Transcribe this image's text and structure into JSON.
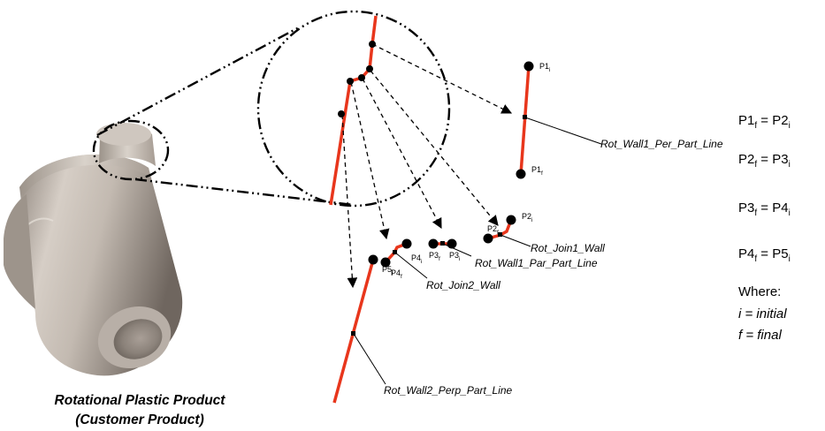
{
  "caption": {
    "line1": "Rotational Plastic Product",
    "line2": "(Customer Product)"
  },
  "line_labels": {
    "wall1_perp": "Rot_Wall1_Per_Part_Line",
    "join1": "Rot_Join1_Wall",
    "wall1_par": "Rot_Wall1_Par_Part_Line",
    "join2": "Rot_Join2_Wall",
    "wall2_perp": "Rot_Wall2_Perp_Part_Line"
  },
  "points": {
    "p1i": {
      "name": "P1",
      "sub": "i"
    },
    "p1f": {
      "name": "P1",
      "sub": "f"
    },
    "p2i": {
      "name": "P2",
      "sub": "i"
    },
    "p2f": {
      "name": "P2",
      "sub": "f"
    },
    "p3f": {
      "name": "P3",
      "sub": "f"
    },
    "p3i": {
      "name": "P3",
      "sub": "i"
    },
    "p4i": {
      "name": "P4",
      "sub": "i"
    },
    "p4f": {
      "name": "P4",
      "sub": "f"
    },
    "p5i": {
      "name": "P5",
      "sub": "i"
    }
  },
  "equations": [
    {
      "lhs": "P1",
      "lsub": "f",
      "rhs": "P2",
      "rsub": "i"
    },
    {
      "lhs": "P2",
      "lsub": "f",
      "rhs": "P3",
      "rsub": "i"
    },
    {
      "lhs": "P3",
      "lsub": "f",
      "rhs": "P4",
      "rsub": "i"
    },
    {
      "lhs": "P4",
      "lsub": "f",
      "rhs": "P5",
      "rsub": "i"
    }
  ],
  "legend": {
    "where": "Where:",
    "initial": "i = initial",
    "final": "f = final"
  },
  "colors": {
    "line": "#e8361c",
    "point": "#000000"
  }
}
